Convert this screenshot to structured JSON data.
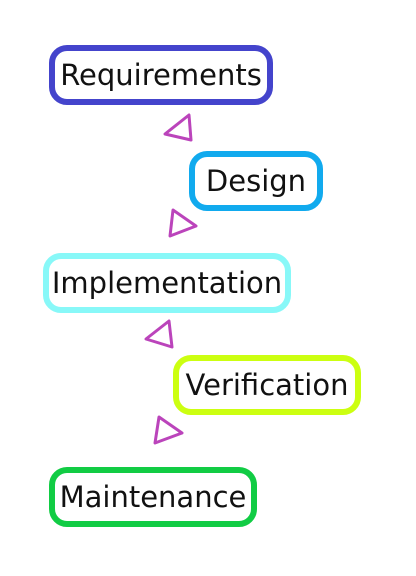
{
  "stages": [
    {
      "label": "Requirements",
      "color": "#4444cc"
    },
    {
      "label": "Design",
      "color": "#11aaee"
    },
    {
      "label": "Implementation",
      "color": "#88f8f8"
    },
    {
      "label": "Verification",
      "color": "#ccff11"
    },
    {
      "label": "Maintenance",
      "color": "#11cc44"
    }
  ],
  "connector_color": "#bb44bb"
}
